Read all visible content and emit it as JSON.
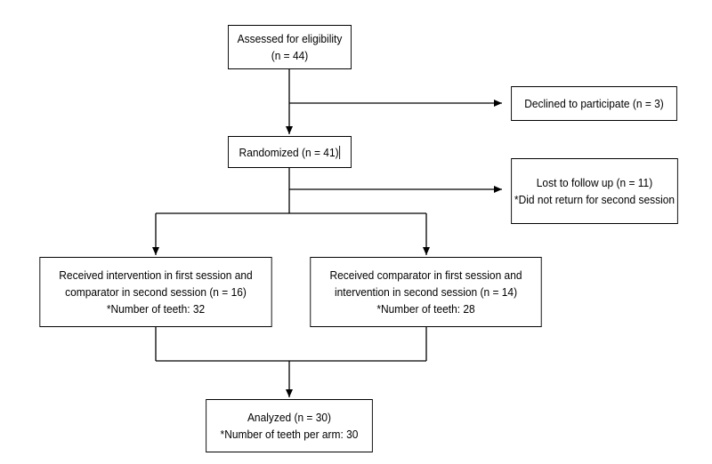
{
  "boxes": {
    "assessed": {
      "lines": [
        "Assessed for eligibility",
        "(n = 44)"
      ]
    },
    "declined": {
      "lines": [
        "Declined to participate (n = 3)"
      ]
    },
    "randomized": {
      "lines": [
        "Randomized (n = 41)"
      ]
    },
    "lost": {
      "lines": [
        "Lost to follow up (n = 11)",
        "*Did not return for second session"
      ]
    },
    "arm1": {
      "lines": [
        "Received intervention in first session and",
        "comparator in second session (n = 16)",
        "*Number of teeth: 32"
      ]
    },
    "arm2": {
      "lines": [
        "Received comparator in first session and",
        "intervention in second session (n = 14)",
        "*Number of teeth: 28"
      ]
    },
    "analyzed": {
      "lines": [
        "Analyzed (n = 30)",
        "*Number of teeth per arm: 30"
      ]
    }
  }
}
